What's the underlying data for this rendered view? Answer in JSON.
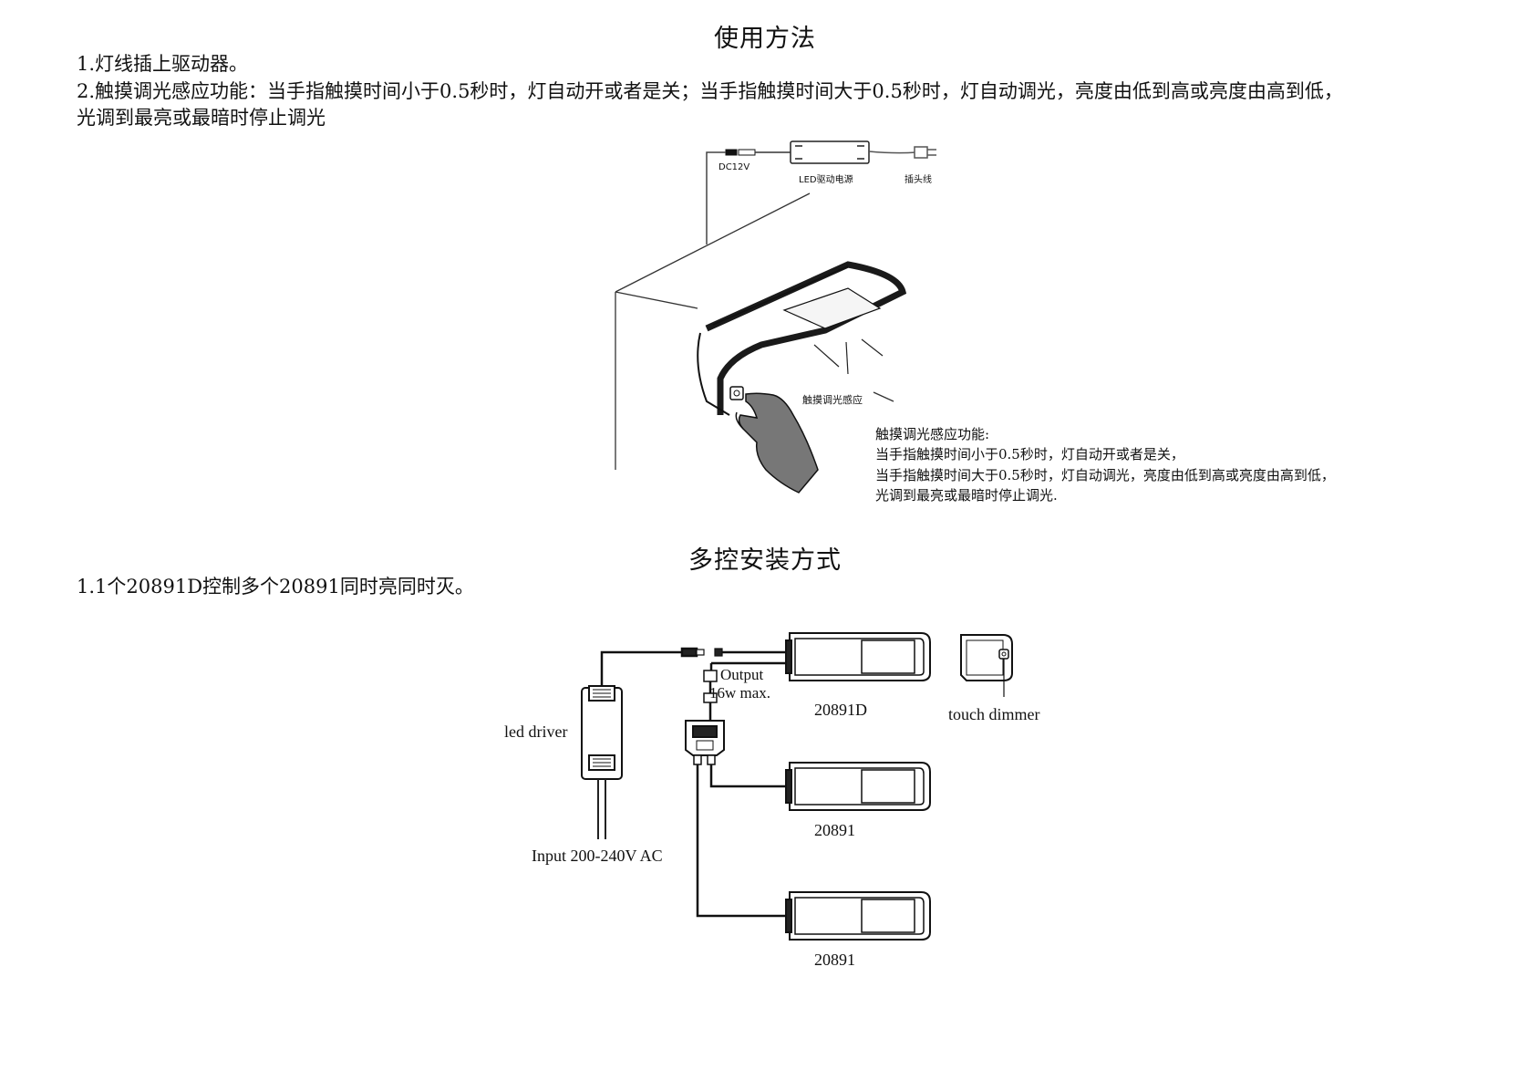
{
  "section1": {
    "title": "使用方法",
    "line1": "1.灯线插上驱动器。",
    "line2": "2.触摸调光感应功能：当手指触摸时间小于0.5秒时，灯自动开或者是关；当手指触摸时间大于0.5秒时，灯自动调光，亮度由低到高或亮度由高到低，",
    "line3": "光调到最亮或最暗时停止调光"
  },
  "figure1": {
    "dc_label": "DC12V",
    "driver_label": "LED驱动电源",
    "plug_label": "插头线",
    "touch_label": "触摸调光感应",
    "note_title": "触摸调光感应功能:",
    "note_line1": "当手指触摸时间小于0.5秒时，灯自动开或者是关，",
    "note_line2": "当手指触摸时间大于0.5秒时，灯自动调光，亮度由低到高或亮度由高到低，",
    "note_line3": "光调到最亮或最暗时停止调光."
  },
  "section2": {
    "title": "多控安装方式",
    "line1": "1.1个20891D控制多个20891同时亮同时灭。"
  },
  "figure2": {
    "led_driver": "led driver",
    "output_line1": "Output",
    "output_line2": "16w max.",
    "model_d": "20891D",
    "touch_dimmer": "touch dimmer",
    "model_2": "20891",
    "model_3": "20891",
    "input_label": "Input 200-240V AC"
  }
}
